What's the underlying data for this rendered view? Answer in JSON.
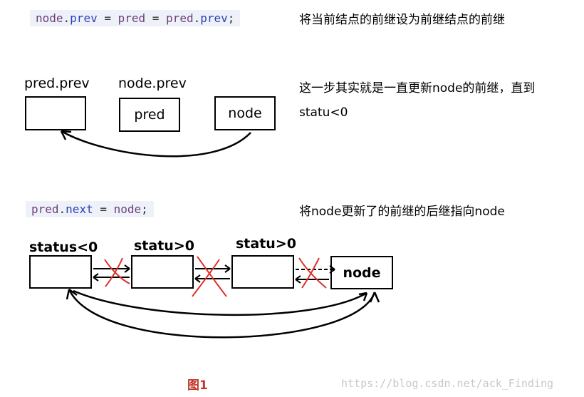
{
  "code1": {
    "tokens": [
      "node",
      ".",
      "prev",
      " = ",
      "pred",
      " = ",
      "pred",
      ".",
      "prev",
      ";"
    ]
  },
  "code2": {
    "tokens": [
      "pred",
      ".",
      "next",
      " = ",
      "node",
      ";"
    ]
  },
  "note1": "将当前结点的前继设为前继结点的前继",
  "note2_line1": "这一步其实就是一直更新node的前继，直到",
  "note2_line2": "statu<0",
  "note3": "将node更新了的前继的后继指向node",
  "top": {
    "labels": [
      "pred.prev",
      "node.prev"
    ],
    "boxes": [
      "",
      "pred",
      "node"
    ]
  },
  "bottom": {
    "labels": [
      "status<0",
      "statu>0",
      "statu>0"
    ],
    "boxes": [
      "",
      "",
      "",
      "node"
    ]
  },
  "caption": "图1",
  "watermark": "https://blog.csdn.net/ack_Finding",
  "colors": {
    "cross": "#e0302a",
    "caption": "#c0392b",
    "code_bg": "#eef2f8"
  }
}
